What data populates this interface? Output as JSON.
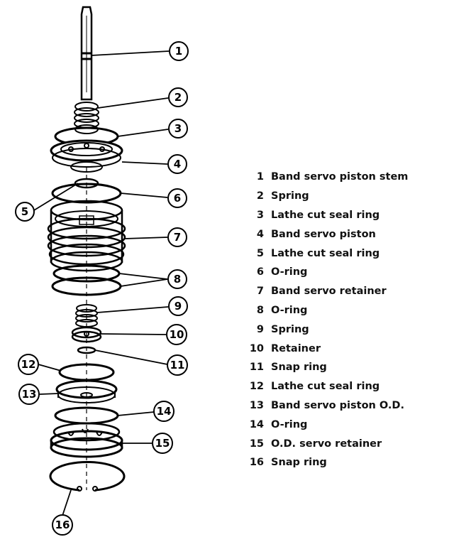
{
  "parts": [
    {
      "number": "1",
      "name": "Band servo piston stem"
    },
    {
      "number": "2",
      "name": "Spring"
    },
    {
      "number": "3",
      "name": "Lathe cut seal ring"
    },
    {
      "number": "4",
      "name": "Band servo piston"
    },
    {
      "number": "5",
      "name": "Lathe cut seal ring"
    },
    {
      "number": "6",
      "name": "O-ring"
    },
    {
      "number": "7",
      "name": "Band servo retainer"
    },
    {
      "number": "8",
      "name": "O-ring"
    },
    {
      "number": "9",
      "name": "Spring"
    },
    {
      "number": "10",
      "name": "Retainer"
    },
    {
      "number": "11",
      "name": "Snap ring"
    },
    {
      "number": "12",
      "name": "Lathe cut seal ring"
    },
    {
      "number": "13",
      "name": "Band servo piston O.D."
    },
    {
      "number": "14",
      "name": "O-ring"
    },
    {
      "number": "15",
      "name": "O.D. servo retainer"
    },
    {
      "number": "16",
      "name": "Snap ring"
    }
  ],
  "callouts": [
    "1",
    "2",
    "3",
    "4",
    "5",
    "6",
    "7",
    "8",
    "9",
    "10",
    "11",
    "12",
    "13",
    "14",
    "15",
    "16"
  ]
}
